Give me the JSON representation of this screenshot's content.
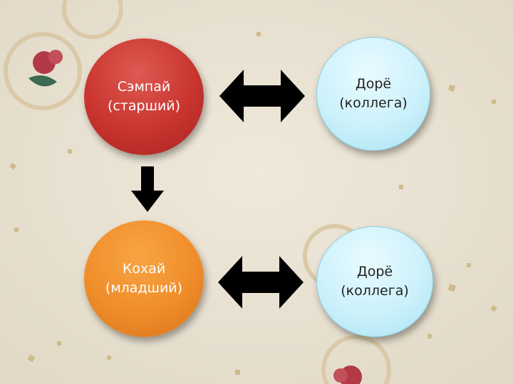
{
  "nodes": {
    "senpai": {
      "label": "Сэмпай\n(старший)",
      "color": "#c9342f"
    },
    "dore_top": {
      "label": "Дорё\n(коллега)",
      "color": "#ccf1fb"
    },
    "kohai": {
      "label": "Кохай\n(младший)",
      "color": "#f08d2a"
    },
    "dore_bottom": {
      "label": "Дорё\n(коллега)",
      "color": "#ccf1fb"
    }
  },
  "edges": [
    {
      "from": "senpai",
      "to": "dore_top",
      "type": "bidirectional"
    },
    {
      "from": "senpai",
      "to": "kohai",
      "type": "down"
    },
    {
      "from": "kohai",
      "to": "dore_bottom",
      "type": "bidirectional"
    }
  ],
  "colors": {
    "background": "#e9e2d2",
    "arrow": "#000000"
  }
}
